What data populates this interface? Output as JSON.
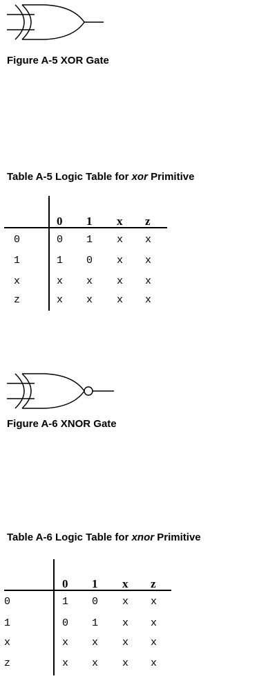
{
  "figure_xor": {
    "caption": "Figure A-5 XOR Gate"
  },
  "table_xor": {
    "caption_prefix": "Table A-5 Logic Table for ",
    "caption_italic": "xor",
    "caption_suffix": " Primitive",
    "columns": [
      "0",
      "1",
      "x",
      "z"
    ],
    "rows": [
      {
        "label": "0",
        "cells": [
          "0",
          "1",
          "x",
          "x"
        ]
      },
      {
        "label": "1",
        "cells": [
          "1",
          "0",
          "x",
          "x"
        ]
      },
      {
        "label": "x",
        "cells": [
          "x",
          "x",
          "x",
          "x"
        ]
      },
      {
        "label": "z",
        "cells": [
          "x",
          "x",
          "x",
          "x"
        ]
      }
    ]
  },
  "figure_xnor": {
    "caption": "Figure A-6 XNOR Gate"
  },
  "table_xnor": {
    "caption_prefix": "Table A-6 Logic Table for ",
    "caption_italic": "xnor",
    "caption_suffix": " Primitive",
    "columns": [
      "0",
      "1",
      "x",
      "z"
    ],
    "rows": [
      {
        "label": "0",
        "cells": [
          "1",
          "0",
          "x",
          "x"
        ]
      },
      {
        "label": "1",
        "cells": [
          "0",
          "1",
          "x",
          "x"
        ]
      },
      {
        "label": "x",
        "cells": [
          "x",
          "x",
          "x",
          "x"
        ]
      },
      {
        "label": "z",
        "cells": [
          "x",
          "x",
          "x",
          "x"
        ]
      }
    ]
  }
}
